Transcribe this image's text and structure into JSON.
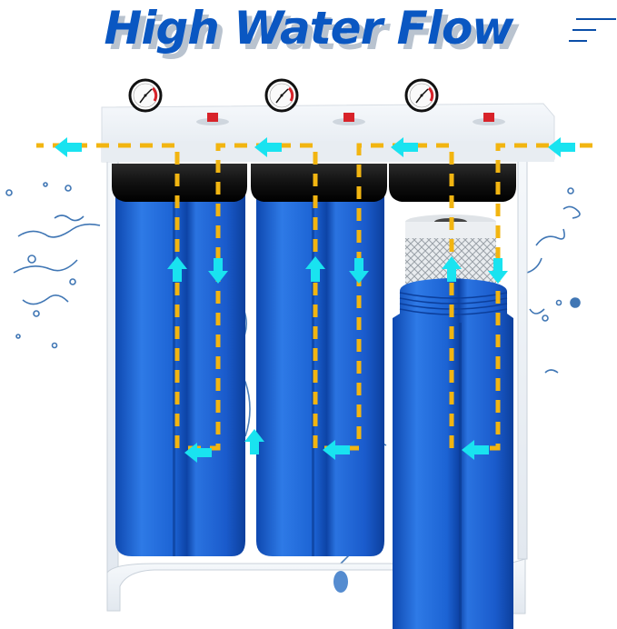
{
  "title": "High Water Flow",
  "menu_icon": "decorative-lines-icon",
  "colors": {
    "title_blue": "#0a57c2",
    "title_shadow": "#b9c3cf",
    "flow_path": "#f2b511",
    "flow_arrow": "#19e3f0",
    "housing_blue": "#1f66d6",
    "housing_dark": "#0c3f9c",
    "cap_black": "#1a1a1a",
    "bracket_white": "#eef2f6",
    "gauge_red": "#d8232a"
  },
  "illustration": {
    "description": "Three-stage whole-house water filter system on a white bracket with pressure gauges, showing water flow path",
    "stages": [
      {
        "name": "stage-1",
        "gauge": true,
        "flow": [
          "up",
          "down",
          "left"
        ]
      },
      {
        "name": "stage-2",
        "gauge": true,
        "flow": [
          "up",
          "down",
          "left"
        ]
      },
      {
        "name": "stage-3",
        "gauge": true,
        "flow": [
          "up",
          "down",
          "left"
        ],
        "cartridge_exposed": true
      }
    ],
    "flow_direction": "right-to-left"
  }
}
